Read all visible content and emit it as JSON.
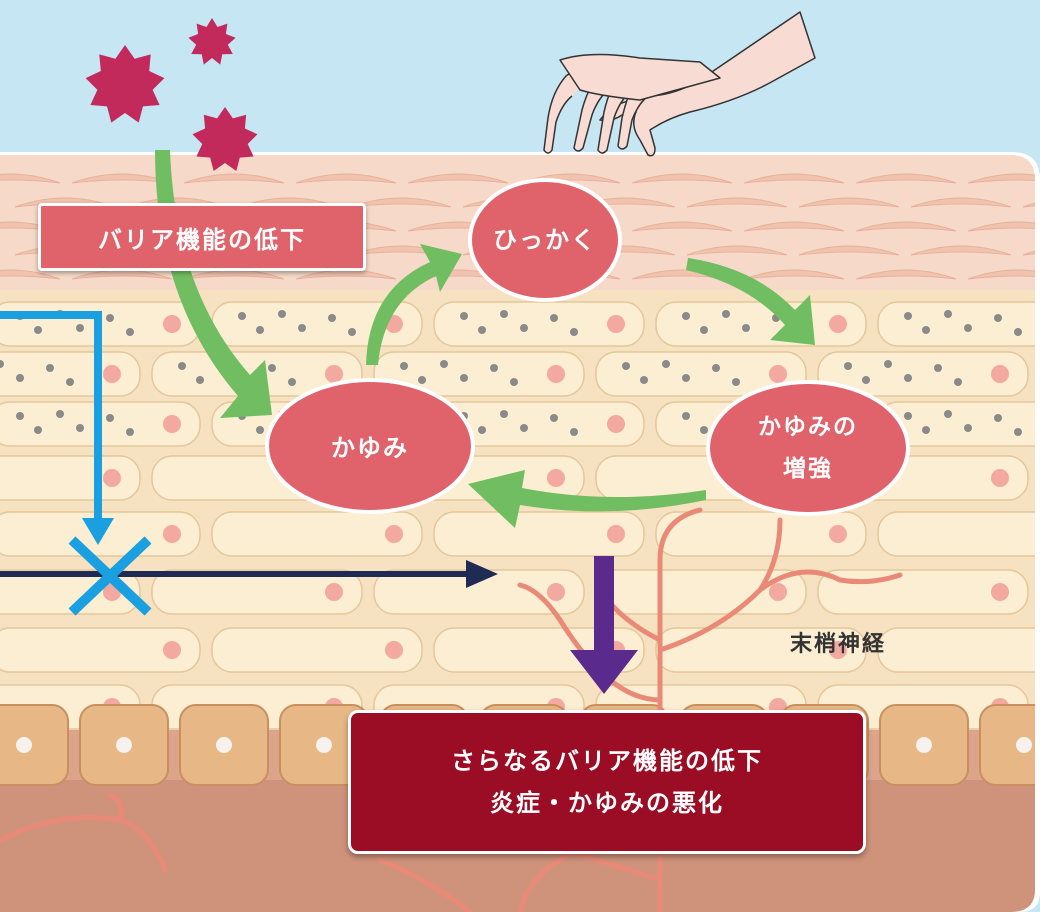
{
  "labels": {
    "barrier_decline": "バリア機能の低下",
    "scratch": "ひっかく",
    "itch": "かゆみ",
    "itch_increase_line1": "かゆみの",
    "itch_increase_line2": "増強",
    "result_line1": "さらなるバリア機能の低下",
    "result_line2": "炎症・かゆみの悪化",
    "peripheral_nerve": "末梢神経"
  },
  "colors": {
    "sky": "#c7e6f3",
    "stratum_corneum": "#f6d9c8",
    "epidermis": "#f6e1c0",
    "cell": "#fbeed2",
    "cell_border": "#e4c79a",
    "basal_cell": "#e7b886",
    "dermis": "#cf937c",
    "label_red": "#e0636b",
    "result_red": "#9a0d25",
    "allergen": "#c22a5c",
    "green_arrow": "#70be61",
    "blue_line": "#1aa0e0",
    "navy_arrow": "#1f2a55",
    "purple_arrow": "#5a2a8c",
    "nerve": "#e98a78"
  },
  "icons": [
    "allergen-icon",
    "hand-icon",
    "cross-icon"
  ]
}
